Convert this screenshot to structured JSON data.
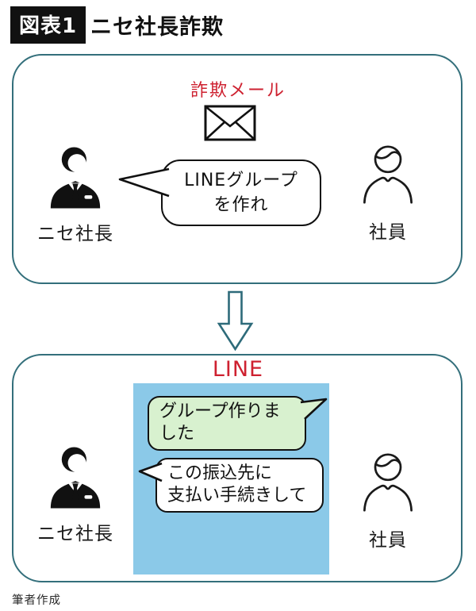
{
  "header": {
    "badge": "図表1",
    "title": "ニセ社長詐欺"
  },
  "email_section": {
    "label": "詐欺メール",
    "bubble": {
      "line1": "LINEグループ",
      "line2": "を作れ"
    },
    "boss_label": "ニセ社長",
    "employee_label": "社員"
  },
  "line_section": {
    "label": "LINE",
    "green_bubble": {
      "line1": "グループ作りま",
      "line2": "した"
    },
    "white_bubble": {
      "line1": "この振込先に",
      "line2": "支払い手続きして"
    },
    "boss_label": "ニセ社長",
    "employee_label": "社員"
  },
  "footer": {
    "credit": "筆者作成"
  },
  "icons": {
    "envelope": "envelope-icon",
    "boss": "businessman-icon",
    "employee": "person-icon",
    "arrow": "down-arrow-icon"
  },
  "colors": {
    "accent_red": "#CE2130",
    "panel_border_teal": "#336F7B",
    "chat_blue": "#8BC9E8",
    "bubble_green": "#D8F1CF",
    "ink": "#111111"
  }
}
